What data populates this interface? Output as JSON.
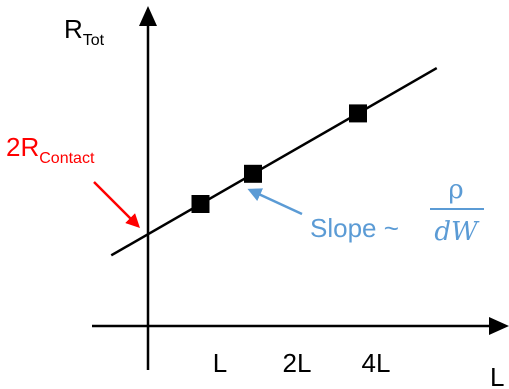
{
  "chart_data": {
    "type": "line",
    "title": "",
    "xlabel": "L",
    "ylabel": {
      "main": "R",
      "sub": "Tot"
    },
    "x_tick_labels": [
      "L",
      "2L",
      "4L"
    ],
    "points": [
      {
        "x": 1,
        "y": 1
      },
      {
        "x": 2,
        "y": 2
      },
      {
        "x": 4,
        "y": 4
      }
    ],
    "intercept": {
      "x": 0,
      "y": -0.4
    },
    "line_extent": {
      "x_start": -0.7,
      "x_end": 5.5
    },
    "annotations": {
      "intercept_label": {
        "main": "2R",
        "sub": "Contact",
        "color": "#ff0000"
      },
      "slope_label": {
        "text": "Slope ~",
        "numerator": "ρ",
        "denominator": "dW",
        "color": "#5b9bd5"
      }
    },
    "grid": false,
    "colors": {
      "axis": "#000000",
      "line": "#000000",
      "markers": "#000000",
      "intercept_arrow": "#ff0000",
      "slope_arrow": "#5b9bd5"
    }
  }
}
